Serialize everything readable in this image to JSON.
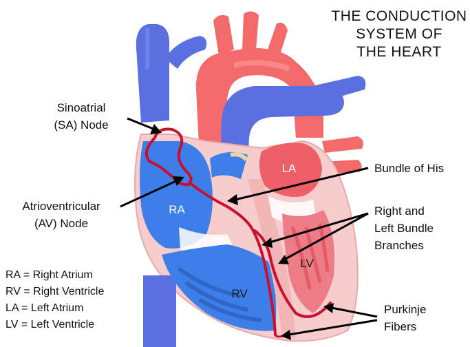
{
  "title": [
    "THE CONDUCTION",
    "SYSTEM OF",
    "THE HEART"
  ],
  "labels": {
    "sa_node": [
      "Sinoatrial",
      "(SA) Node"
    ],
    "av_node": [
      "Atrioventricular",
      "(AV) Node"
    ],
    "bundle_of_his": "Bundle of His",
    "bundle_branches": [
      "Right and",
      "Left Bundle",
      "Branches"
    ],
    "purkinje": [
      "Purkinje",
      "Fibers"
    ]
  },
  "chambers": {
    "ra": "RA",
    "rv": "RV",
    "la": "LA",
    "lv": "LV"
  },
  "legend": [
    "RA = Right Atrium",
    "RV = Right Ventricle",
    "LA = Left Atrium",
    "LV = Left Ventricle"
  ],
  "colors": {
    "vein_blue": "#5a6fe0",
    "chamber_blue": "#3d7ee8",
    "aorta_red": "#f26a6a",
    "muscle_pink": "#f7cccc",
    "conduction_red": "#c8102e"
  }
}
